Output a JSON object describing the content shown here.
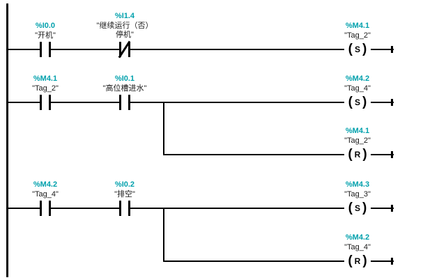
{
  "diagram_type": "plc-ladder-logic-network",
  "colors": {
    "address_text": "#00A0AC",
    "name_text": "#1A1A1A",
    "wire": "#000000",
    "background": "#FFFFFF"
  },
  "symbols": {
    "coil_open": "(",
    "coil_close": ")"
  },
  "rungs": [
    {
      "contacts": [
        {
          "address": "%I0.0",
          "name": "\"开机\"",
          "contact_type": "normally-open"
        },
        {
          "address": "%I1.4",
          "name": "\"继续运行（否）\n停机\"",
          "contact_type": "normally-closed"
        }
      ],
      "coils": [
        {
          "address": "%M4.1",
          "name": "\"Tag_2\"",
          "coil_type": "set",
          "symbol": "S"
        }
      ]
    },
    {
      "contacts": [
        {
          "address": "%M4.1",
          "name": "\"Tag_2\"",
          "contact_type": "normally-open"
        },
        {
          "address": "%I0.1",
          "name": "\"高位槽进水\"",
          "contact_type": "normally-open"
        }
      ],
      "coils": [
        {
          "address": "%M4.2",
          "name": "\"Tag_4\"",
          "coil_type": "set",
          "symbol": "S"
        },
        {
          "address": "%M4.1",
          "name": "\"Tag_2\"",
          "coil_type": "reset",
          "symbol": "R"
        }
      ]
    },
    {
      "contacts": [
        {
          "address": "%M4.2",
          "name": "\"Tag_4\"",
          "contact_type": "normally-open"
        },
        {
          "address": "%I0.2",
          "name": "\"排空\"",
          "contact_type": "normally-open"
        }
      ],
      "coils": [
        {
          "address": "%M4.3",
          "name": "\"Tag_3\"",
          "coil_type": "set",
          "symbol": "S"
        },
        {
          "address": "%M4.2",
          "name": "\"Tag_4\"",
          "coil_type": "reset",
          "symbol": "R"
        }
      ]
    }
  ]
}
